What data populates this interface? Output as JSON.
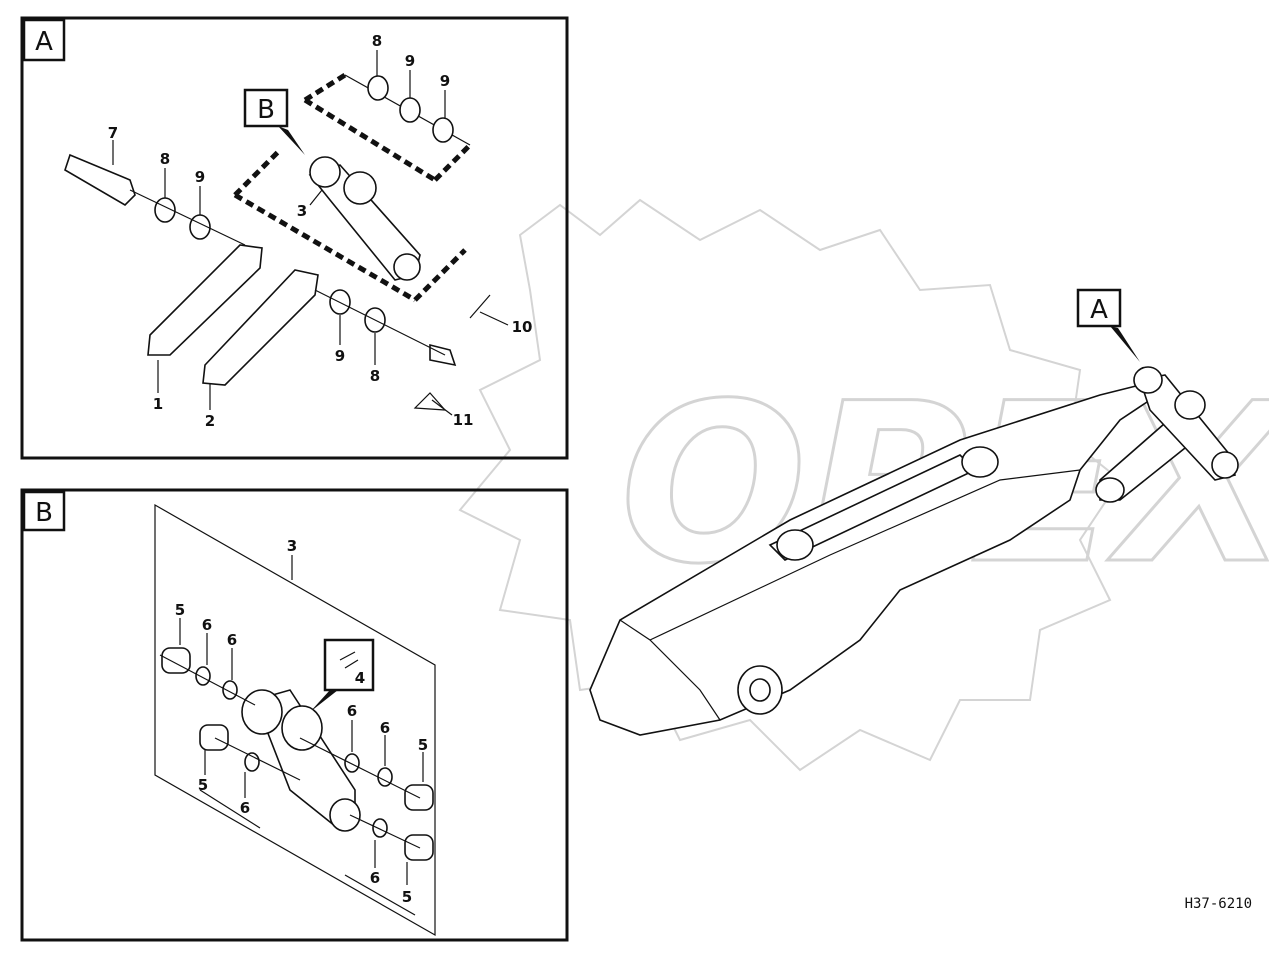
{
  "panels": {
    "a": {
      "tag": "A"
    },
    "b": {
      "tag": "B"
    }
  },
  "callouts": {
    "a": [
      "7",
      "8",
      "9",
      "8",
      "9",
      "9",
      "3",
      "10",
      "9",
      "8",
      "1",
      "2",
      "11"
    ],
    "b": [
      "3",
      "5",
      "6",
      "6",
      "4",
      "6",
      "6",
      "5",
      "5",
      "6",
      "6",
      "5"
    ]
  },
  "detail_tags": {
    "b_in_a": "B",
    "a_on_boom": "A"
  },
  "watermark": {
    "text": "OPEX"
  },
  "drawing_code": "H37-6210"
}
